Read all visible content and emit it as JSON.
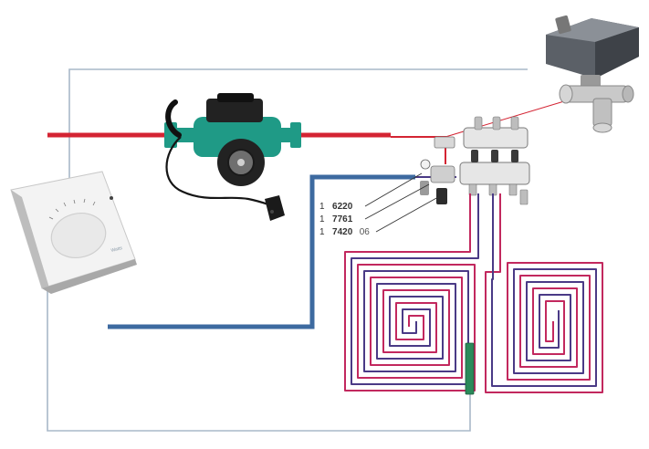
{
  "colors": {
    "supply_red": "#d42433",
    "return_blue": "#3d6aa0",
    "loop_magenta": "#c2285e",
    "loop_purple": "#4a3a86",
    "wire": "#a8b8c8",
    "pump_green": "#1f9a86",
    "pump_dark": "#1d1d1d",
    "sensor_green": "#2b8a5a"
  },
  "components": {
    "thermostat": {
      "icon": "thermostat-icon",
      "brand": "Watts"
    },
    "pump": {
      "icon": "circulation-pump-icon"
    },
    "plug": {
      "icon": "power-plug-icon"
    },
    "valve_actuator": {
      "icon": "motorized-valve-icon"
    },
    "manifold": {
      "icon": "manifold-icon"
    },
    "floor_sensor": {
      "icon": "floor-sensor-icon"
    }
  },
  "part_labels": [
    {
      "prefix": "1",
      "code": "6220",
      "suffix": ""
    },
    {
      "prefix": "1",
      "code": "7761",
      "suffix": ""
    },
    {
      "prefix": "1",
      "code": "7420",
      "suffix": "06"
    }
  ]
}
